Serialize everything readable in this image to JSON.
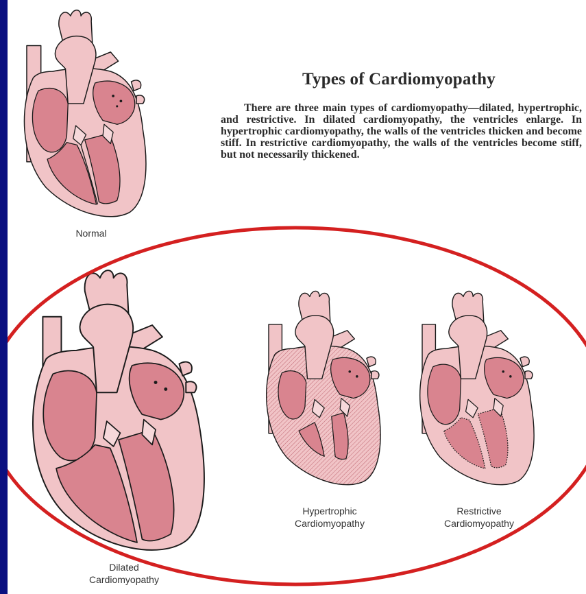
{
  "title": "Types of Cardiomyopathy",
  "description": "There are three main types of cardiomyopathy—dilated, hypertrophic, and restrictive. In dilated cardiomyopathy, the ventricles enlarge. In hypertrophic cardiomyopathy, the walls of the ventricles thicken and become stiff. In restrictive cardiomyopathy, the walls of the ventricles become stiff, but not necessarily thickened.",
  "captions": {
    "normal": "Normal",
    "dilated": [
      "Dilated",
      "Cardiomyopathy"
    ],
    "hypertrophic": [
      "Hypertrophic",
      "Cardiomyopathy"
    ],
    "restrictive": [
      "Restrictive",
      "Cardiomyopathy"
    ]
  },
  "colors": {
    "background": "#0a1080",
    "heart_fill": "#f1c4c7",
    "heart_chamber": "#d9848f",
    "highlight_oval": "#d42020"
  }
}
